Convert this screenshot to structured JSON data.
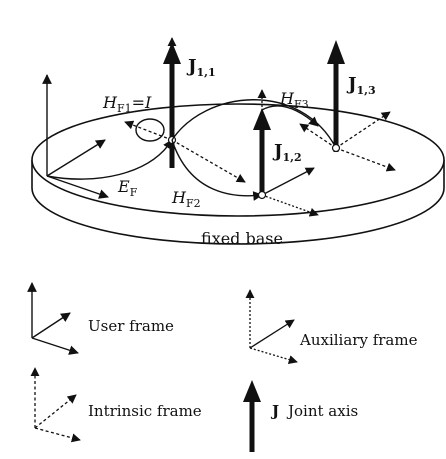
{
  "diagram": {
    "base_label": "fixed base",
    "joint_labels": [
      {
        "main": "J",
        "sub": "1,1"
      },
      {
        "main": "J",
        "sub": "1,2"
      },
      {
        "main": "J",
        "sub": "1,3"
      }
    ],
    "transform_labels": {
      "hf1": {
        "main": "H",
        "sub": "F1",
        "suffix": "=I"
      },
      "hf2": {
        "main": "H",
        "sub": "F2"
      },
      "hf3": {
        "main": "H",
        "sub": "F3"
      },
      "ef": {
        "main": "E",
        "sub": "F"
      }
    }
  },
  "legend": {
    "user_frame": "User frame",
    "auxiliary_frame": "Auxiliary frame",
    "intrinsic_frame": "Intrinsic frame",
    "joint_symbol": "J",
    "joint_axis": "Joint axis"
  },
  "colors": {
    "ink": "#111111",
    "background": "#ffffff"
  }
}
